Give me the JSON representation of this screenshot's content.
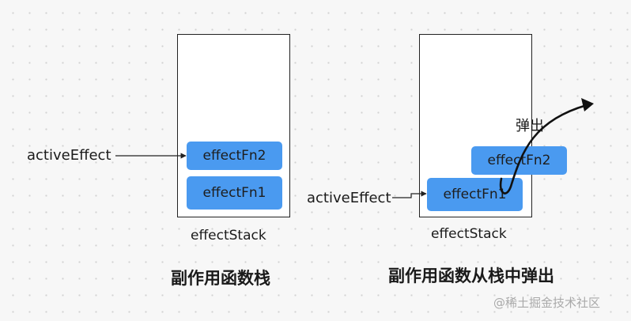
{
  "left": {
    "active_effect_label": "activeEffect",
    "stack_items": [
      "effectFn2",
      "effectFn1"
    ],
    "stack_label": "effectStack",
    "caption": "副作用函数栈"
  },
  "right": {
    "active_effect_label": "activeEffect",
    "popped_item": "effectFn2",
    "stack_items": [
      "effectFn1"
    ],
    "stack_label": "effectStack",
    "pop_label": "弹出",
    "caption": "副作用函数从栈中弹出"
  },
  "watermark": "@稀土掘金技术社区",
  "colors": {
    "block_fill": "#4a9af0",
    "background": "#f7f7f7",
    "stroke": "#222222"
  }
}
